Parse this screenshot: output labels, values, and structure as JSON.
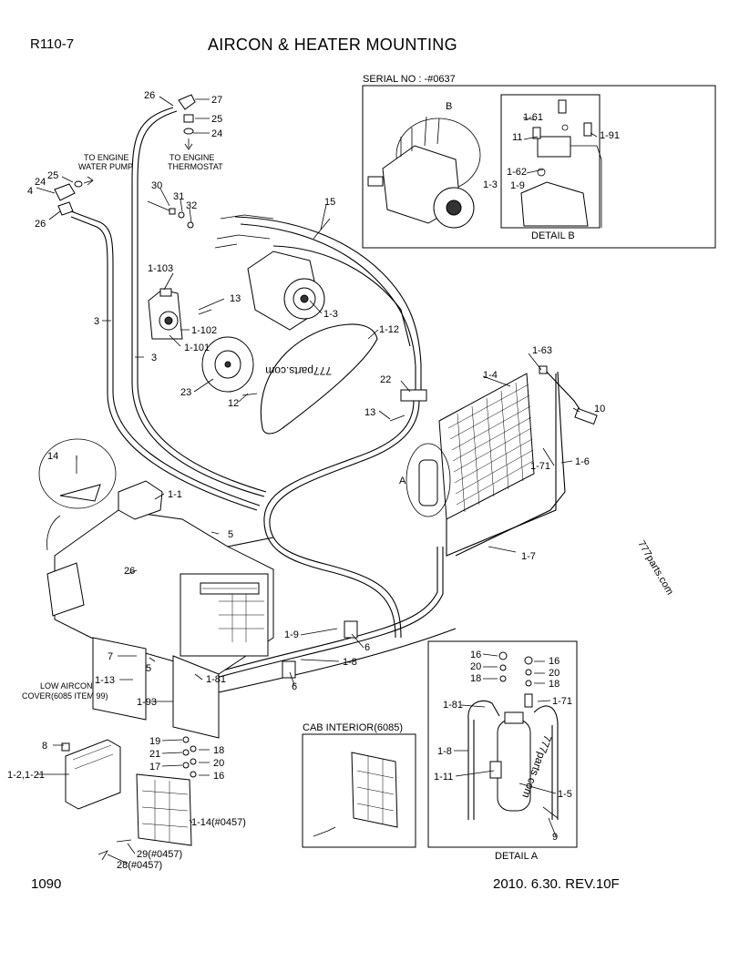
{
  "header": {
    "model": "R110-7",
    "title": "AIRCON & HEATER MOUNTING"
  },
  "footer": {
    "page": "1090",
    "revision": "2010. 6.30.  REV.10F"
  },
  "insets": {
    "serial": "SERIAL NO : -#0637",
    "detail_b": "DETAIL B",
    "detail_a": "DETAIL A",
    "cab_interior": "CAB INTERIOR(6085)",
    "b_marker": "B",
    "a_marker": "A"
  },
  "notes": {
    "engine_water_pump_1": "TO ENGINE",
    "engine_water_pump_2": "WATER PUMP",
    "engine_thermostat_1": "TO ENGINE",
    "engine_thermostat_2": "THERMOSTAT",
    "low_aircon_1": "LOW AIRCON",
    "low_aircon_2": "COVER(6085 ITEM 99)"
  },
  "watermarks": {
    "mark_1": "777parts.com",
    "mark_2": "777parts.com",
    "mark_3": "777parts.com"
  },
  "callouts": {
    "c26a": "26",
    "c27": "27",
    "c25a": "25",
    "c24a": "24",
    "c25b": "25",
    "c24b": "24",
    "c4": "4",
    "c26b": "26",
    "c30": "30",
    "c31": "31",
    "c32": "32",
    "c15": "15",
    "c1_103": "1-103",
    "c13a": "13",
    "c1_102": "1-102",
    "c1_101": "1-101",
    "c1_3a": "1-3",
    "c3a": "3",
    "c3b": "3",
    "c1_12": "1-12",
    "c22": "22",
    "c23": "23",
    "c12": "12",
    "c13b": "13",
    "c1_3b": "1-3",
    "c1_61": "1-61",
    "c11": "11",
    "c1_91": "1-91",
    "c1_62": "1-62",
    "c1_9b": "1-9",
    "c1_63": "1-63",
    "c1_4": "1-4",
    "c10": "10",
    "c1_71a": "1-71",
    "c1_6": "1-6",
    "c1_7": "1-7",
    "c14": "14",
    "c1_1": "1-1",
    "c5a": "5",
    "c26c": "26",
    "c1_9": "1-9",
    "c6a": "6",
    "c1_8a": "1-8",
    "c6b": "6",
    "c7": "7",
    "c5b": "5",
    "c1_13": "1-13",
    "c1_81a": "1-81",
    "c1_93": "1-93",
    "c19": "19",
    "c18a": "18",
    "c21": "21",
    "c20a": "20",
    "c17": "17",
    "c16a": "16",
    "c8": "8",
    "c1_2": "1-2,1-21",
    "c1_14": "1-14(#0457)",
    "c29": "29(#0457)",
    "c28": "28(#0457)",
    "c16b": "16",
    "c20b": "20",
    "c18b": "18",
    "c16c": "16",
    "c20c": "20",
    "c18c": "18",
    "c1_81b": "1-81",
    "c1_71b": "1-71",
    "c1_8b": "1-8",
    "c1_11": "1-11",
    "c1_5": "1-5",
    "c9": "9"
  }
}
